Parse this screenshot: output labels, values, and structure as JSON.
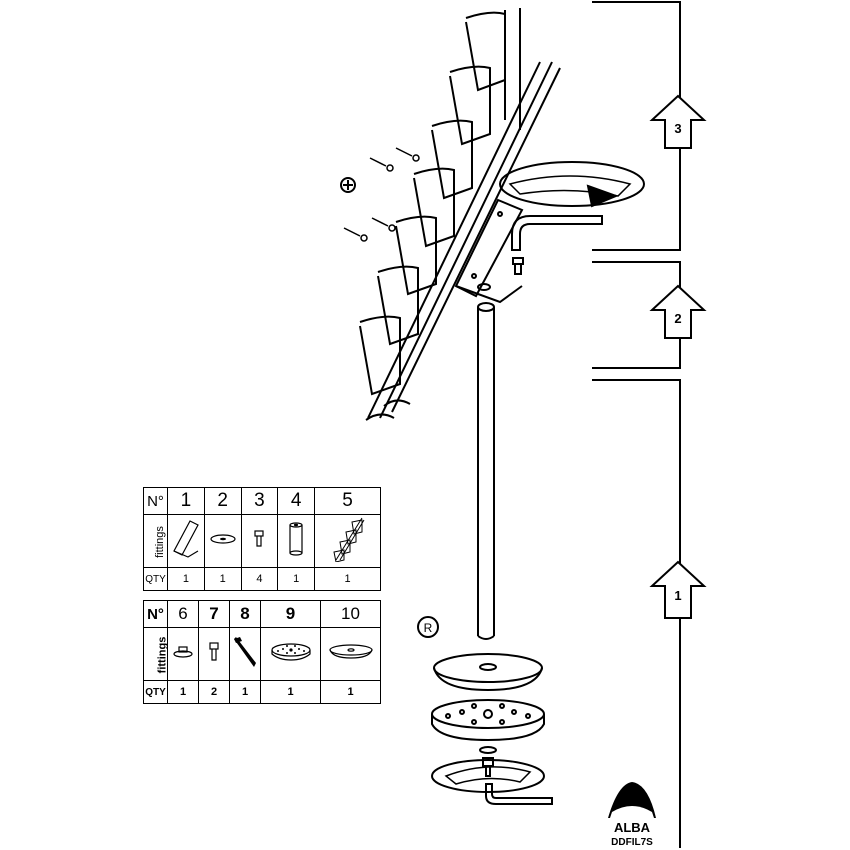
{
  "table1": {
    "no_label": "N°",
    "numbers": [
      "1",
      "2",
      "3",
      "4",
      "5"
    ],
    "fittings_label": "fittings",
    "qty_label": "QTY",
    "qty": [
      "1",
      "1",
      "4",
      "1",
      "1"
    ]
  },
  "table2": {
    "no_label": "N°",
    "numbers": [
      "6",
      "7",
      "8",
      "9",
      "10"
    ],
    "fittings_label": "fittings",
    "qty_label": "QTY",
    "qty": [
      "1",
      "2",
      "1",
      "1",
      "1"
    ]
  },
  "steps": [
    "3",
    "2",
    "1"
  ],
  "marker_r": "R",
  "brand": {
    "name": "ALBA",
    "code": "DDFIL7S"
  }
}
